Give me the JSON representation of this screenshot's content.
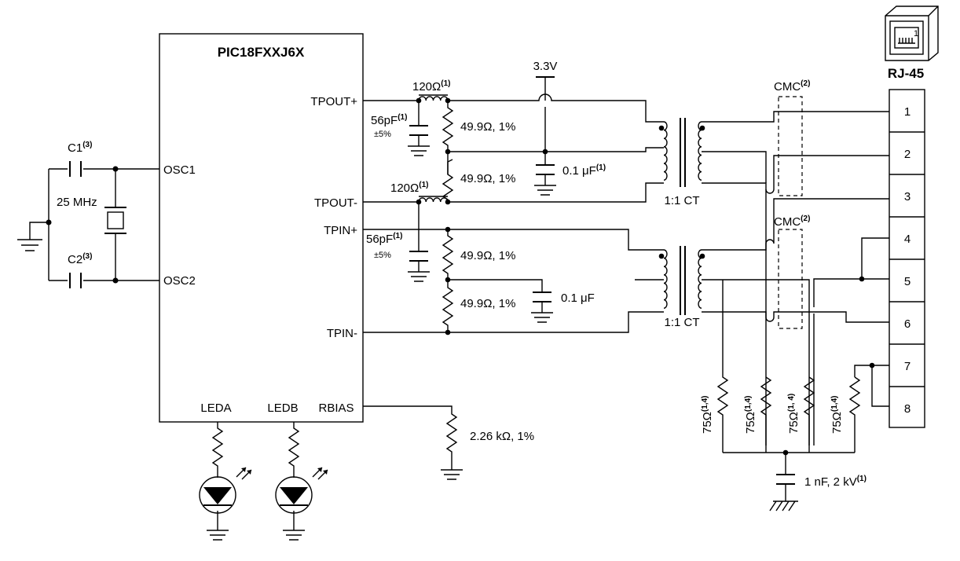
{
  "chip": {
    "name": "PIC18FXXJ6X",
    "pins": {
      "osc1": "OSC1",
      "osc2": "OSC2",
      "tpout_p": "TPOUT+",
      "tpout_n": "TPOUT-",
      "tpin_p": "TPIN+",
      "tpin_n": "TPIN-",
      "leda": "LEDA",
      "ledb": "LEDB",
      "rbias": "RBIAS"
    }
  },
  "crystal": {
    "c1": "C1",
    "c1_note": "(3)",
    "c2": "C2",
    "c2_note": "(3)",
    "freq": "25 MHz"
  },
  "supply": "3.3V",
  "components": {
    "ferrite_top": "120Ω",
    "ferrite_top_note": "(1)",
    "ferrite_bottom": "120Ω",
    "ferrite_bottom_note": "(1)",
    "cap_56pf_top": "56pF",
    "cap_56pf_top_note": "(1)",
    "cap_56pf_top_tol": "±5%",
    "cap_56pf_bottom": "56pF",
    "cap_56pf_bottom_note": "(1)",
    "cap_56pf_bottom_tol": "±5%",
    "res_49_1": "49.9Ω, 1%",
    "res_49_2": "49.9Ω, 1%",
    "res_49_3": "49.9Ω, 1%",
    "res_49_4": "49.9Ω, 1%",
    "cap_01_top": "0.1 μF",
    "cap_01_top_note": "(1)",
    "cap_01_bottom": "0.1 μF",
    "rbias_res": "2.26 kΩ, 1%",
    "ct_top": "1:1 CT",
    "ct_bottom": "1:1 CT",
    "cmc_top": "CMC",
    "cmc_top_note": "(2)",
    "cmc_bottom": "CMC",
    "cmc_bottom_note": "(2)",
    "term_res": "75Ω",
    "term_res_note": "(1,4)",
    "term_res_note_alt": "(1, 4)",
    "hv_cap": "1 nF, 2 kV",
    "hv_cap_note": "(1)"
  },
  "connector": {
    "name": "RJ-45",
    "icon_pin": "1",
    "pins": [
      "1",
      "2",
      "3",
      "4",
      "5",
      "6",
      "7",
      "8"
    ]
  }
}
